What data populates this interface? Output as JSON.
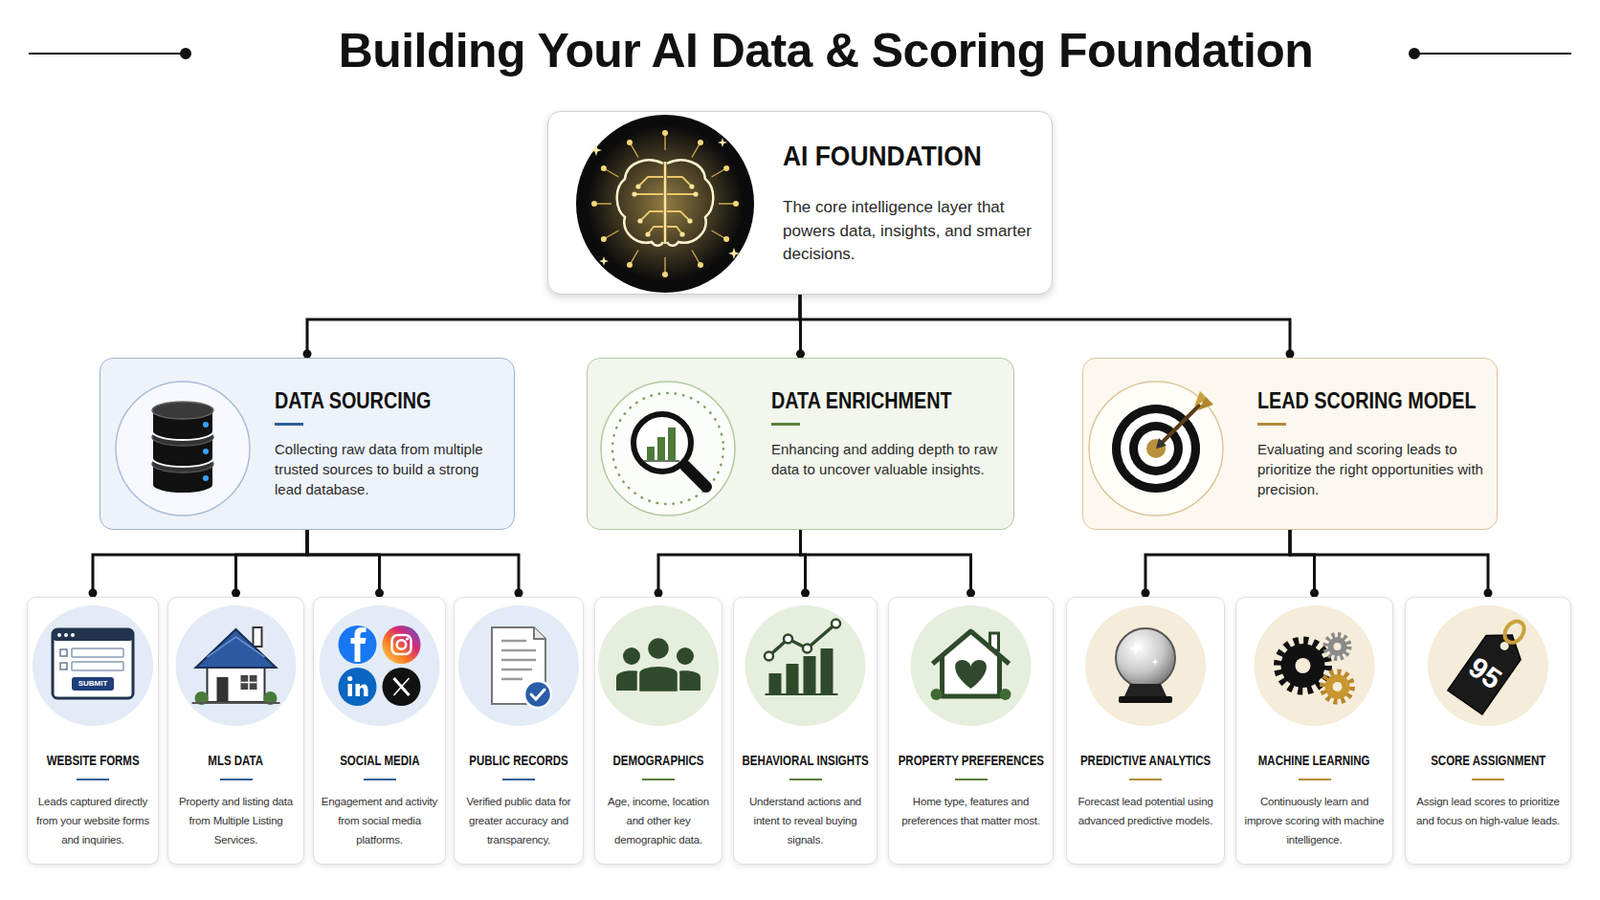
{
  "diagram": {
    "title": "Building Your AI Data & Scoring Foundation",
    "nodes": [
      {
        "text": [
          "AI FOUNDATION",
          "The core intelligence layer that powers data, insights, and smarter decisions."
        ]
      },
      {
        "text": [
          "DATA SOURCING",
          "Collecting raw data from multiple trusted sources to build a strong lead database."
        ]
      },
      {
        "text": [
          "DATA ENRICHMENT",
          "Enhancing and adding depth to raw data to uncover valuable insights."
        ]
      },
      {
        "text": [
          "LEAD SCORING MODEL",
          "Evaluating and scoring leads to prioritize the right opportunities with precision."
        ]
      },
      {
        "text": [
          "WEBSITE FORMS",
          "Leads captured directly from your website forms and inquiries."
        ]
      },
      {
        "text": [
          "MLS DATA",
          "Property and listing data from Multiple Listing Services."
        ]
      },
      {
        "text": [
          "SOCIAL MEDIA",
          "Engagement and activity from social media platforms."
        ]
      },
      {
        "text": [
          "PUBLIC RECORDS",
          "Verified public data for greater accuracy and transparency."
        ]
      },
      {
        "text": [
          "DEMOGRAPHICS",
          "Age, income, location and other key demographic data."
        ]
      },
      {
        "text": [
          "BEHAVIORAL INSIGHTS",
          "Understand actions and intent to reveal buying signals."
        ]
      },
      {
        "text": [
          "PROPERTY PREFERENCES",
          "Home type, features and preferences that matter most."
        ]
      },
      {
        "text": [
          "PREDICTIVE ANALYTICS",
          "Forecast lead potential using advanced predictive models."
        ]
      },
      {
        "text": [
          "MACHINE LEARNING",
          "Continuously learn and improve scoring with machine intelligence."
        ]
      },
      {
        "text": [
          "SCORE ASSIGNMENT",
          "Assign lead scores to prioritize and focus on high-value leads."
        ]
      }
    ],
    "edges": [
      {
        "from": 0,
        "to": 1,
        "arrow": "none"
      },
      {
        "from": 0,
        "to": 2,
        "arrow": "none"
      },
      {
        "from": 0,
        "to": 3,
        "arrow": "none"
      },
      {
        "from": 1,
        "to": 4,
        "arrow": "none"
      },
      {
        "from": 1,
        "to": 5,
        "arrow": "none"
      },
      {
        "from": 1,
        "to": 6,
        "arrow": "none"
      },
      {
        "from": 1,
        "to": 7,
        "arrow": "none"
      },
      {
        "from": 2,
        "to": 8,
        "arrow": "none"
      },
      {
        "from": 2,
        "to": 9,
        "arrow": "none"
      },
      {
        "from": 2,
        "to": 10,
        "arrow": "none"
      },
      {
        "from": 3,
        "to": 11,
        "arrow": "none"
      },
      {
        "from": 3,
        "to": 12,
        "arrow": "none"
      },
      {
        "from": 3,
        "to": 13,
        "arrow": "none"
      }
    ],
    "labels": [
      "SUBMIT",
      "95"
    ]
  }
}
